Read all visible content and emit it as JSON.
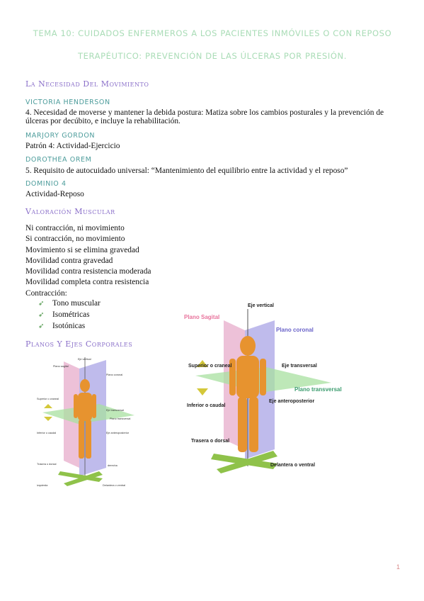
{
  "title": {
    "line1": "TEMA 10: CUIDADOS ENFERMEROS A LOS PACIENTES INMÓVILES O CON REPOSO",
    "line2": "TERAPÉUTICO: PREVENCIÓN DE LAS ÚLCERAS POR PRESIÓN."
  },
  "section1": {
    "heading": "La Necesidad Del Movimiento",
    "henderson_label": "VICTORIA HENDERSON",
    "henderson_text": "4. Necesidad de moverse y mantener la debida postura: Matiza sobre los cambios posturales y la prevención de úlceras por decúbito, e incluye la rehabilitación.",
    "gordon_label": "MARJORY GORDON",
    "gordon_text": "Patrón 4: Actividad-Ejercicio",
    "orem_label": "DOROTHEA OREM",
    "orem_text": "5. Requisito de autocuidado universal: “Mantenimiento del equilibrio entre la actividad y el reposo”",
    "dominio_label": "DOMINIO 4",
    "dominio_text": "Actividad-Reposo"
  },
  "section2": {
    "heading": "Valoración Muscular",
    "items": [
      "Ni contracción, ni movimiento",
      "Si contracción, no movimiento",
      "Movimiento si se elimina gravedad",
      "Movilidad contra gravedad",
      "Movilidad contra resistencia moderada",
      "Movilidad completa contra resistencia",
      "Contracción:"
    ],
    "sub_items": [
      "Tono muscular",
      "Isométricas",
      "Isotónicas"
    ]
  },
  "section3": {
    "heading": "Planos Y Ejes Corporales"
  },
  "figure_small": {
    "labels": {
      "sagital": "Plano sagital",
      "eje_vertical": "Eje vertical",
      "coronal": "Plano coronal",
      "superior": "Superior o craneal",
      "transversal": "Plano transversal",
      "eje_transversal": "Eje transversal",
      "inferior": "Inferior o caudal",
      "eje_antero": "Eje anteroposterior",
      "trasera": "Trasera o dorsal",
      "derecha": "derecha",
      "izquierda": "izquierda",
      "delantera": "Delantera o ventral"
    }
  },
  "figure_large": {
    "labels": {
      "eje_vertical": "Eje vertical",
      "sagital": "Plano Sagital",
      "coronal": "Plano coronal",
      "superior": "Superior o craneal",
      "eje_transversal": "Eje transversal",
      "transversal": "Plano transversal",
      "eje_antero": "Eje anteroposterior",
      "inferior": "Inferior o caudal",
      "trasera": "Trasera o dorsal",
      "delantera": "Delantera o ventral"
    }
  },
  "page_number": "1"
}
